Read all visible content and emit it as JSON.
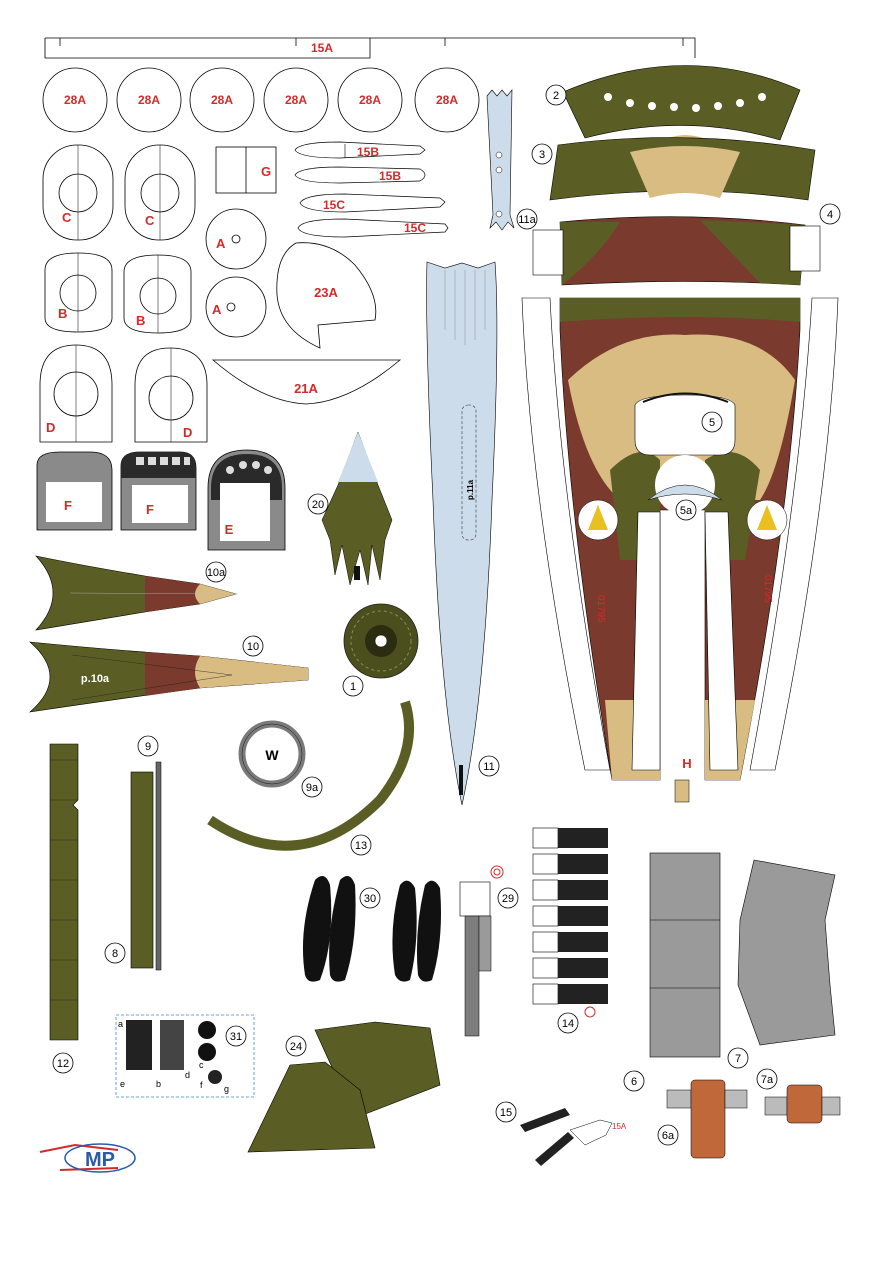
{
  "labels": {
    "strip_15A": "15A",
    "disc_28A": "28A",
    "G": "G",
    "B15": "15B",
    "C15": "15C",
    "C": "C",
    "A": "A",
    "A23": "23A",
    "B": "B",
    "A21": "21A",
    "D": "D",
    "F": "F",
    "E": "E",
    "p10a": "p.10a",
    "p11a": "p.11a",
    "W": "W",
    "H": "H",
    "sub_a": "a",
    "sub_b": "b",
    "sub_c": "c",
    "sub_d": "d",
    "sub_e": "e",
    "sub_f": "f",
    "sub_g": "g",
    "reg": "01795",
    "logo": "MP"
  },
  "callouts": {
    "c1": "1",
    "c2": "2",
    "c3": "3",
    "c4": "4",
    "c5": "5",
    "c5a": "5a",
    "c6": "6",
    "c6a": "6a",
    "c7": "7",
    "c7a": "7a",
    "c8": "8",
    "c9": "9",
    "c9a": "9a",
    "c10": "10",
    "c10a": "10a",
    "c11": "11",
    "c11a": "11a",
    "c12": "12",
    "c13": "13",
    "c14": "14",
    "c15": "15",
    "c20": "20",
    "c24": "24",
    "c29": "29",
    "c30": "30",
    "c31": "31"
  },
  "colors": {
    "olive": "#5a5e24",
    "brown": "#7a3a2e",
    "sand": "#d9bc82",
    "skyblue": "#cddcea",
    "grey": "#9a9a9a",
    "darkgrey": "#7d7d7d",
    "copper": "#c0683a",
    "label_red": "#d42a2a"
  }
}
